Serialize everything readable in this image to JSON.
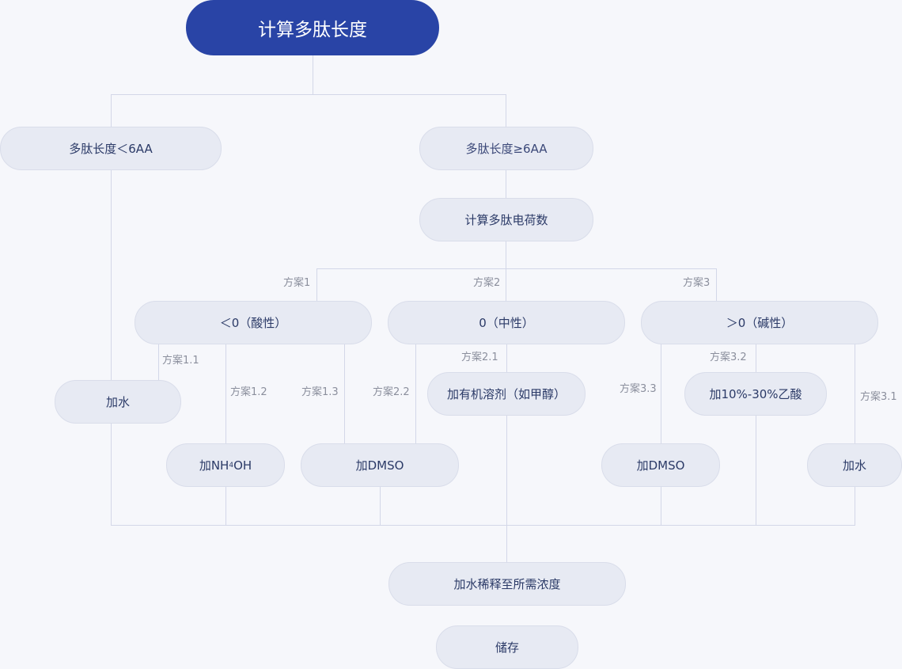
{
  "nodes": {
    "root": "计算多肽长度",
    "len_short": "多肽长度＜6AA",
    "len_long": "多肽长度≥6AA",
    "calc_charge": "计算多肽电荷数",
    "acidic": "＜0（酸性）",
    "neutral": "0（中性）",
    "basic": "＞0（碱性）",
    "add_water_left": "加水",
    "nh4oh_prefix": "加NH",
    "nh4oh_sub": "4",
    "nh4oh_suffix": "OH",
    "dmso_left": "加DMSO",
    "organic": "加有机溶剂（如甲醇）",
    "acetic": "加10%-30%乙酸",
    "dmso_right": "加DMSO",
    "add_water_right": "加水",
    "dilute": "加水稀释至所需浓度",
    "store": "储存"
  },
  "labels": {
    "plan1": "方案1",
    "plan2": "方案2",
    "plan3": "方案3",
    "plan1_1": "方案1.1",
    "plan1_2": "方案1.2",
    "plan1_3": "方案1.3",
    "plan2_1": "方案2.1",
    "plan2_2": "方案2.2",
    "plan3_1": "方案3.1",
    "plan3_2": "方案3.2",
    "plan3_3": "方案3.3"
  },
  "colors": {
    "root_fill": "#2944a6",
    "node_fill": "#e7eaf3",
    "connector": "#d3d7e8",
    "background": "#f6f7fb"
  }
}
